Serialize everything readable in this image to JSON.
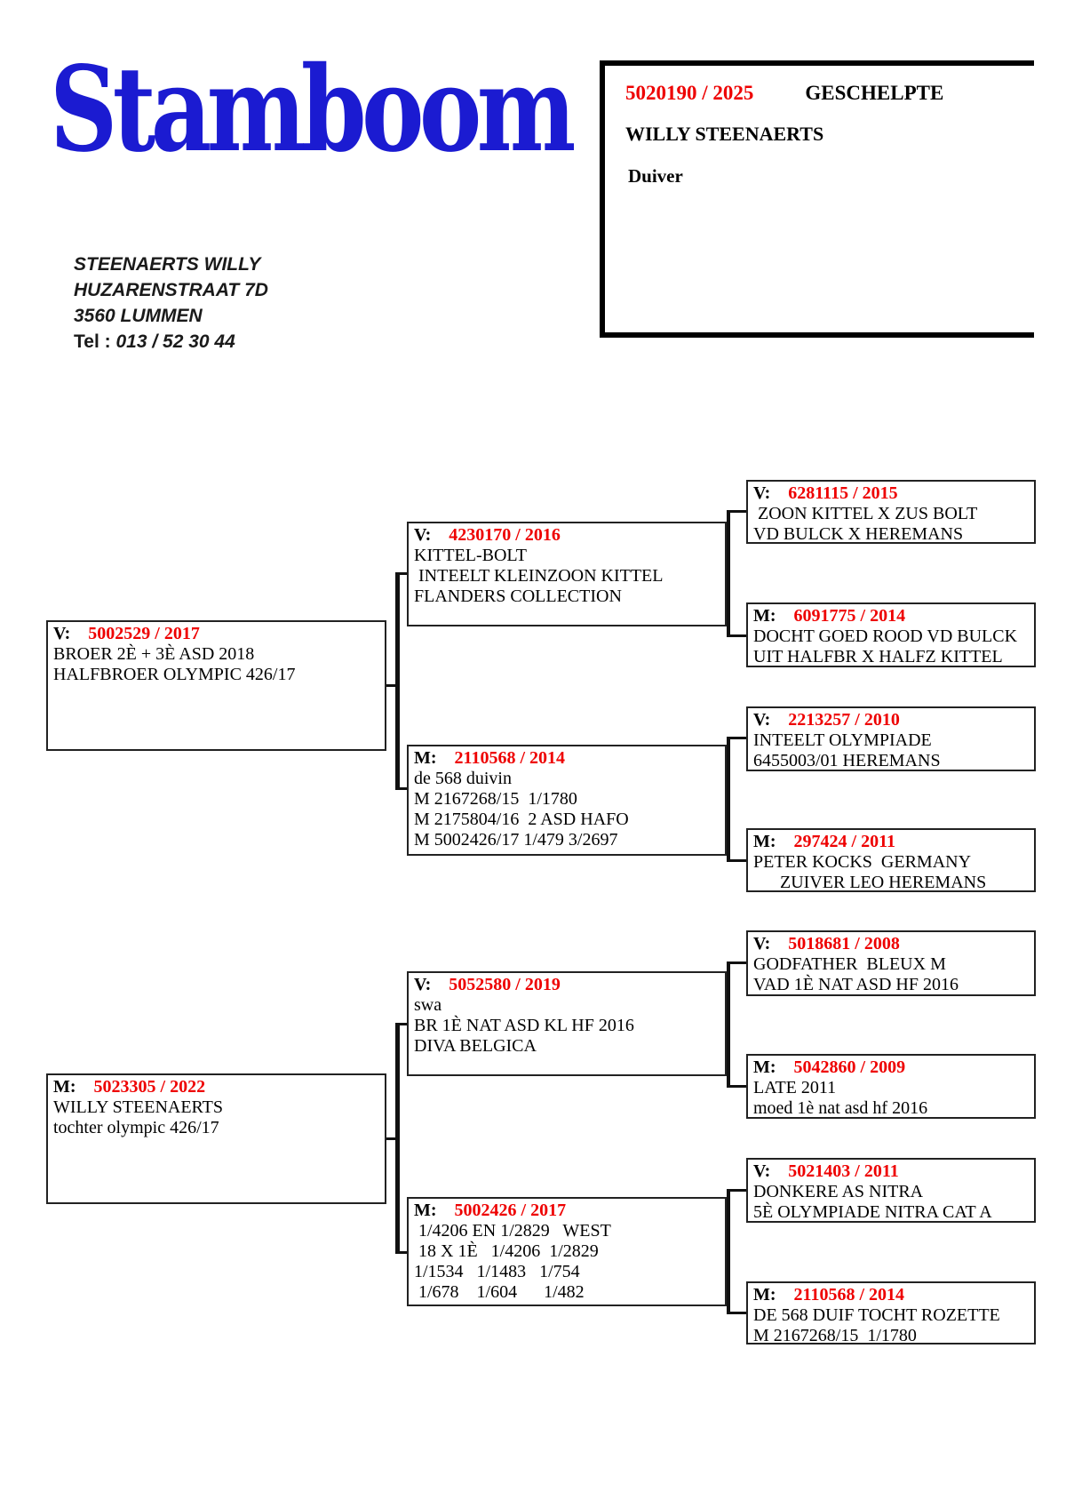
{
  "logo": {
    "text": "Stamboom",
    "color": "#1b1bd1"
  },
  "owner": {
    "name": "STEENAERTS WILLY",
    "street": "HUZARENSTRAAT 7D",
    "city": "3560 LUMMEN",
    "tel_label": "Tel :",
    "tel": "013 / 52 30 44"
  },
  "bird_box": {
    "ring": "5020190 / 2025",
    "breed": "GESCHELPTE",
    "fancier": "WILLY STEENAERTS",
    "sex": "Duiver",
    "ring_color": "#ee0000"
  },
  "pedigree": {
    "boxes": [
      {
        "id": "g1v",
        "label": "V:",
        "ring": "5002529 / 2017",
        "lines": [
          "BROER 2È + 3È ASD 2018",
          "HALFBROER OLYMPIC 426/17"
        ]
      },
      {
        "id": "g2v1",
        "label": "V:",
        "ring": "4230170 / 2016",
        "lines": [
          "KITTEL-BOLT",
          " INTEELT KLEINZOON KITTEL",
          "FLANDERS COLLECTION"
        ]
      },
      {
        "id": "g2m1",
        "label": "M:",
        "ring": "2110568 / 2014",
        "lines": [
          "de 568 duivin",
          "M 2167268/15  1/1780",
          "M 2175804/16  2 ASD HAFO",
          "M 5002426/17 1/479 3/2697"
        ]
      },
      {
        "id": "g3v1",
        "label": "V:",
        "ring": "6281115 / 2015",
        "lines": [
          " ZOON KITTEL X ZUS BOLT",
          "VD BULCK X HEREMANS"
        ]
      },
      {
        "id": "g3m1",
        "label": "M:",
        "ring": "6091775 / 2014",
        "lines": [
          "DOCHT GOED ROOD VD BULCK",
          "UIT HALFBR X HALFZ KITTEL"
        ]
      },
      {
        "id": "g3v2",
        "label": "V:",
        "ring": "2213257 / 2010",
        "lines": [
          "INTEELT OLYMPIADE",
          "6455003/01 HEREMANS"
        ]
      },
      {
        "id": "g3m2",
        "label": "M:",
        "ring": "297424 / 2011",
        "lines": [
          "PETER KOCKS  GERMANY",
          "      ZUIVER LEO HEREMANS"
        ]
      },
      {
        "id": "g1m",
        "label": "M:",
        "ring": "5023305 / 2022",
        "lines": [
          "WILLY STEENAERTS",
          "tochter olympic 426/17"
        ]
      },
      {
        "id": "g2v2",
        "label": "V:",
        "ring": "5052580 / 2019",
        "lines": [
          "swa",
          "BR 1È NAT ASD KL HF 2016",
          "DIVA BELGICA"
        ]
      },
      {
        "id": "g2m2",
        "label": "M:",
        "ring": "5002426 / 2017",
        "lines": [
          " 1/4206 EN 1/2829   WEST",
          " 18 X 1È   1/4206  1/2829",
          "1/1534   1/1483   1/754",
          " 1/678    1/604      1/482"
        ]
      },
      {
        "id": "g3v3",
        "label": "V:",
        "ring": "5018681 / 2008",
        "lines": [
          "GODFATHER  BLEUX M",
          "VAD 1È NAT ASD HF 2016"
        ]
      },
      {
        "id": "g3m3",
        "label": "M:",
        "ring": "5042860 / 2009",
        "lines": [
          "LATE 2011",
          "moed 1è nat asd hf 2016"
        ]
      },
      {
        "id": "g3v4",
        "label": "V:",
        "ring": "5021403 / 2011",
        "lines": [
          "DONKERE AS NITRA",
          "5È OLYMPIADE NITRA CAT A"
        ]
      },
      {
        "id": "g3m4",
        "label": "M:",
        "ring": "2110568 / 2014",
        "lines": [
          "DE 568 DUIF TOCHT ROZETTE",
          "M 2167268/15  1/1780"
        ]
      }
    ]
  }
}
